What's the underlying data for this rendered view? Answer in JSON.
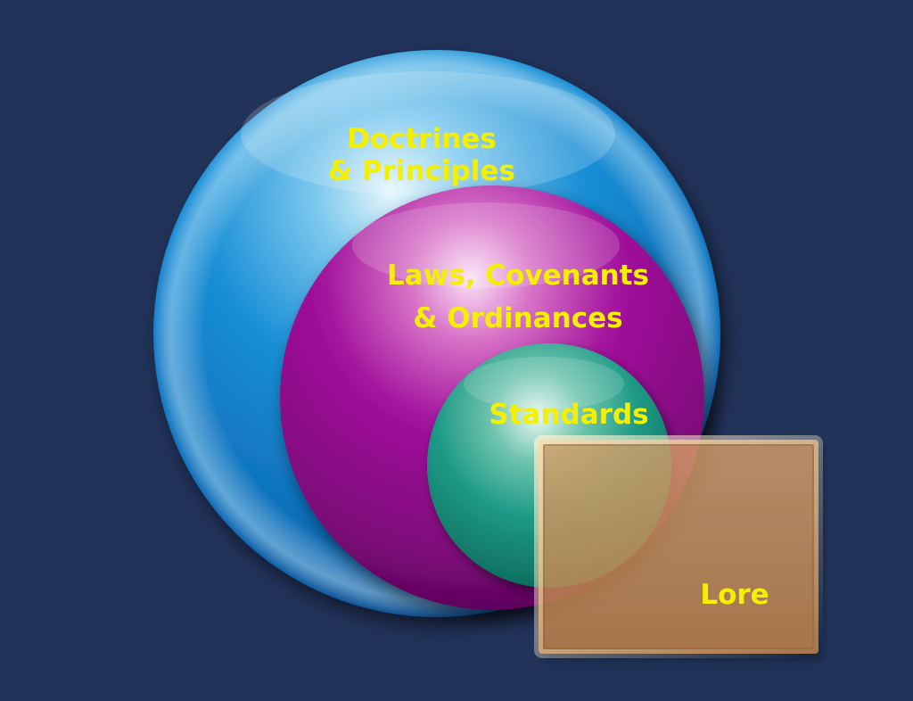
{
  "diagram": {
    "colors": {
      "background": "#22335a",
      "outer_circle": "#1a8fd6",
      "middle_circle": "#a1129c",
      "inner_circle": "#1d9a86",
      "lore_box": "#c98a4d",
      "label_text": "#f4f000"
    },
    "outer": {
      "line1": "Doctrines",
      "line2": "& Principles"
    },
    "middle": {
      "line1": "Laws, Covenants",
      "line2": "& Ordinances"
    },
    "inner": {
      "label": "Standards"
    },
    "box": {
      "label": "Lore"
    }
  }
}
